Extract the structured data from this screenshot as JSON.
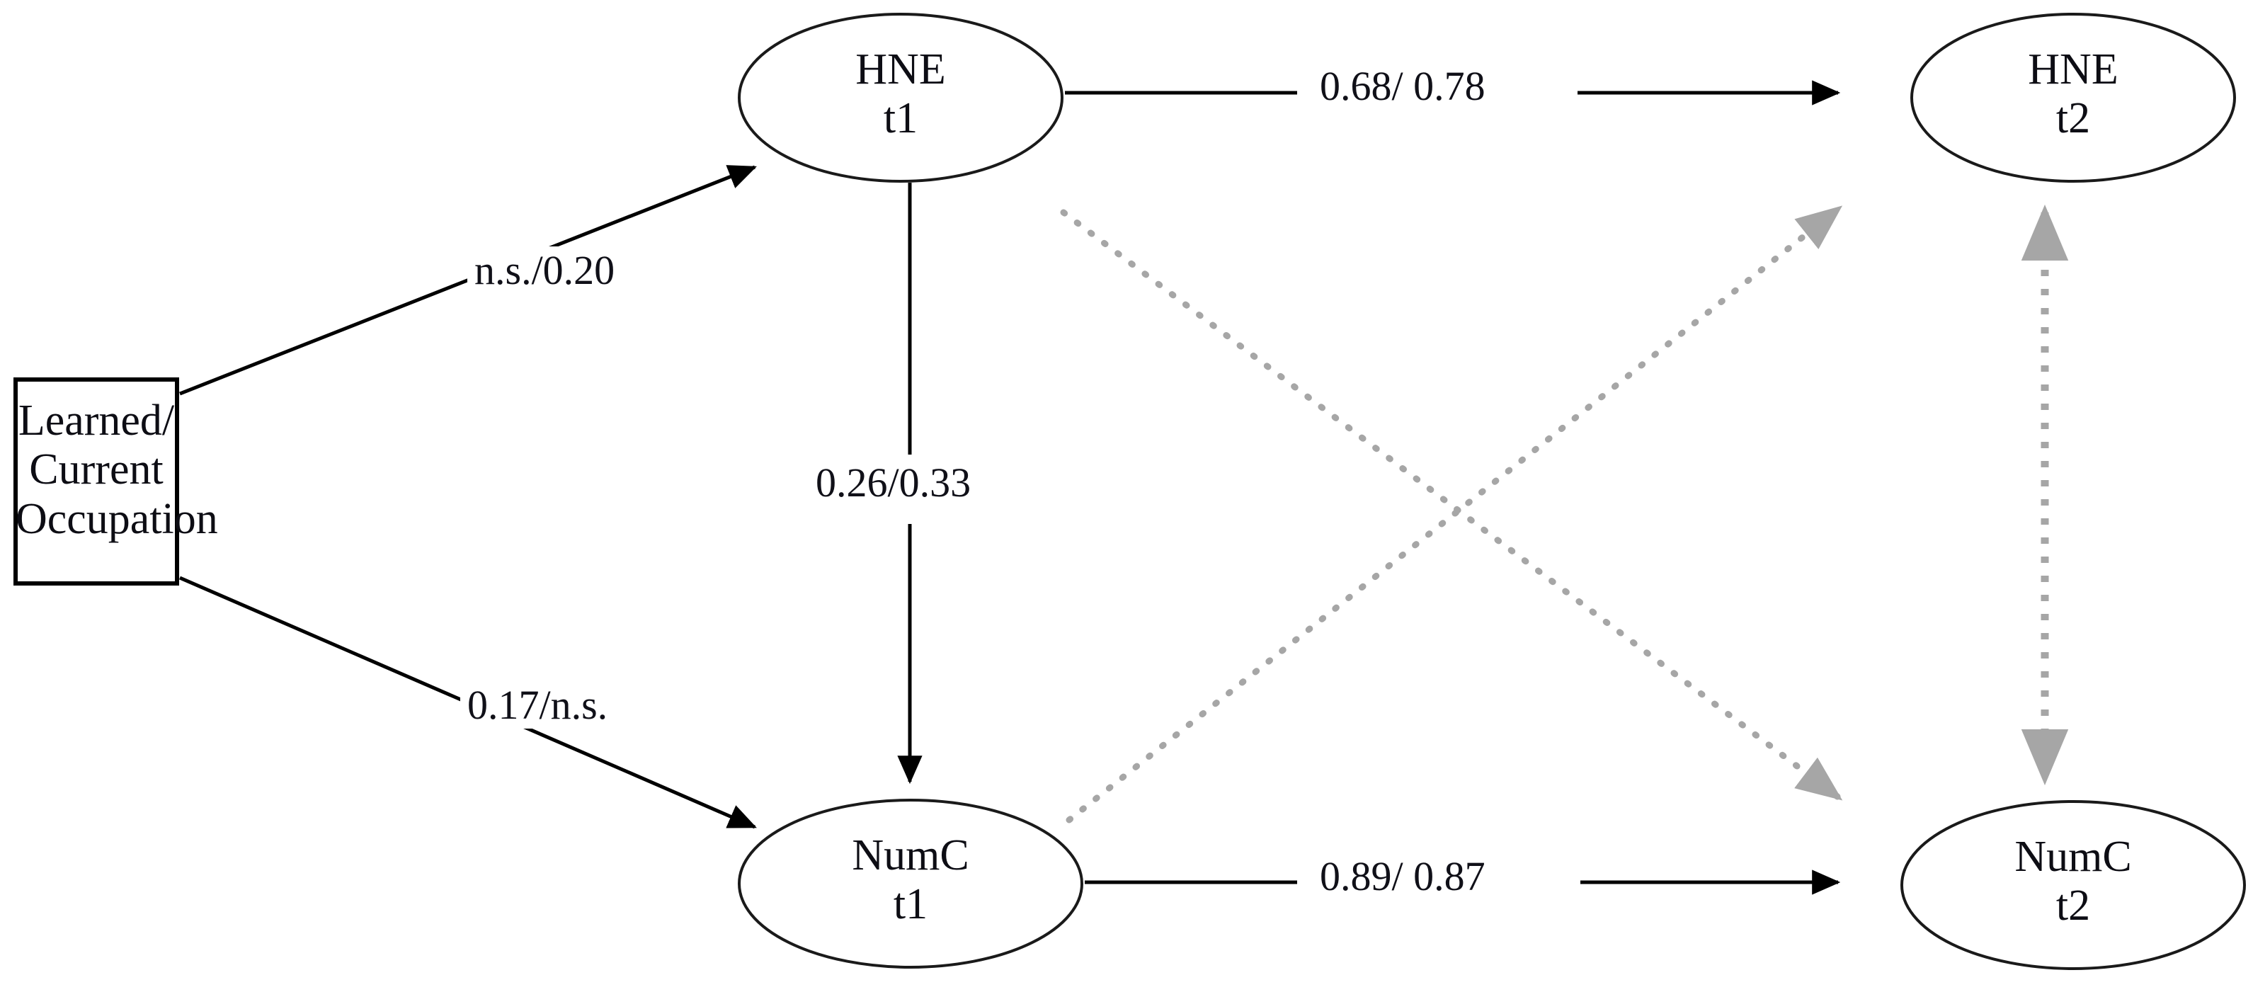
{
  "figure": {
    "type": "path-diagram",
    "description": "Cross-lagged panel model relating occupation to HNE and NumC at two time points",
    "background_color": "#ffffff",
    "solid_path_color": "#000000",
    "dotted_path_color": "#a6a6a6"
  },
  "nodes": {
    "occupation": {
      "shape": "rectangle",
      "line1": "Learned/",
      "line2": "Current",
      "line3": "Occupation",
      "text": "Learned/\nCurrent\nOccupation"
    },
    "hne_t1": {
      "shape": "ellipse",
      "line1": "HNE",
      "line2": "t1",
      "text": "HNE\nt1"
    },
    "hne_t2": {
      "shape": "ellipse",
      "line1": "HNE",
      "line2": "t2",
      "text": "HNE\nt2"
    },
    "numc_t1": {
      "shape": "ellipse",
      "line1": "NumC",
      "line2": "t1",
      "text": "NumC\nt1"
    },
    "numc_t2": {
      "shape": "ellipse",
      "line1": "NumC",
      "line2": "t2",
      "text": "NumC\nt2"
    }
  },
  "paths": {
    "occupation_to_hne_t1": {
      "label": "n.s./0.20",
      "from": "occupation",
      "to": "hne_t1",
      "style": "solid",
      "arrow": "single"
    },
    "occupation_to_numc_t1": {
      "label": "0.17/n.s.",
      "from": "occupation",
      "to": "numc_t1",
      "style": "solid",
      "arrow": "single"
    },
    "hne_t1_to_hne_t2": {
      "label": "0.68/ 0.78",
      "from": "hne_t1",
      "to": "hne_t2",
      "style": "solid",
      "arrow": "single"
    },
    "numc_t1_to_numc_t2": {
      "label": "0.89/ 0.87",
      "from": "numc_t1",
      "to": "numc_t2",
      "style": "solid",
      "arrow": "single"
    },
    "hne_t1_to_numc_t1": {
      "label": "0.26/0.33",
      "from": "hne_t1",
      "to": "numc_t1",
      "style": "solid",
      "arrow": "single"
    },
    "numc_t1_to_hne_t2": {
      "label": "",
      "from": "numc_t1",
      "to": "hne_t2",
      "style": "dotted",
      "arrow": "single"
    },
    "hne_t1_to_numc_t2": {
      "label": "",
      "from": "hne_t1",
      "to": "numc_t2",
      "style": "dotted",
      "arrow": "single"
    },
    "hne_t2_numc_t2_correlation": {
      "label": "",
      "from": "hne_t2",
      "to": "numc_t2",
      "style": "dotted",
      "arrow": "double"
    }
  }
}
